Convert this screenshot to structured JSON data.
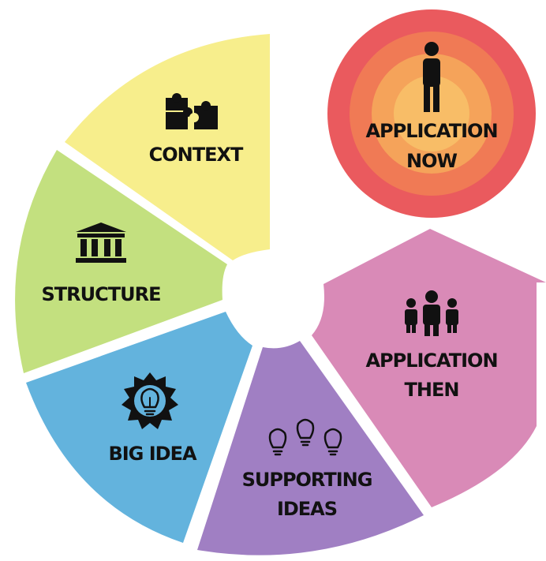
{
  "segments": {
    "context": {
      "label": "CONTEXT",
      "icon": "puzzle-icon",
      "color": "#f7ee8c"
    },
    "structure": {
      "label": "STRUCTURE",
      "icon": "columns-building-icon",
      "color": "#c3e07f"
    },
    "big_idea": {
      "label": "BIG IDEA",
      "icon": "lightbulb-badge-icon",
      "color": "#63b3dd"
    },
    "supporting_ideas": {
      "label_line1": "SUPPORTING",
      "label_line2": "IDEAS",
      "icon": "three-lightbulbs-icon",
      "color": "#a07fc3"
    },
    "application_then": {
      "label_line1": "APPLICATION",
      "label_line2": "THEN",
      "icon": "group-people-icon",
      "color": "#d98ab7"
    }
  },
  "application_now": {
    "label_line1": "APPLICATION",
    "label_line2": "NOW",
    "icon": "person-icon",
    "colors": [
      "#ea5a5e",
      "#f07a55",
      "#f5a35a"
    ]
  }
}
